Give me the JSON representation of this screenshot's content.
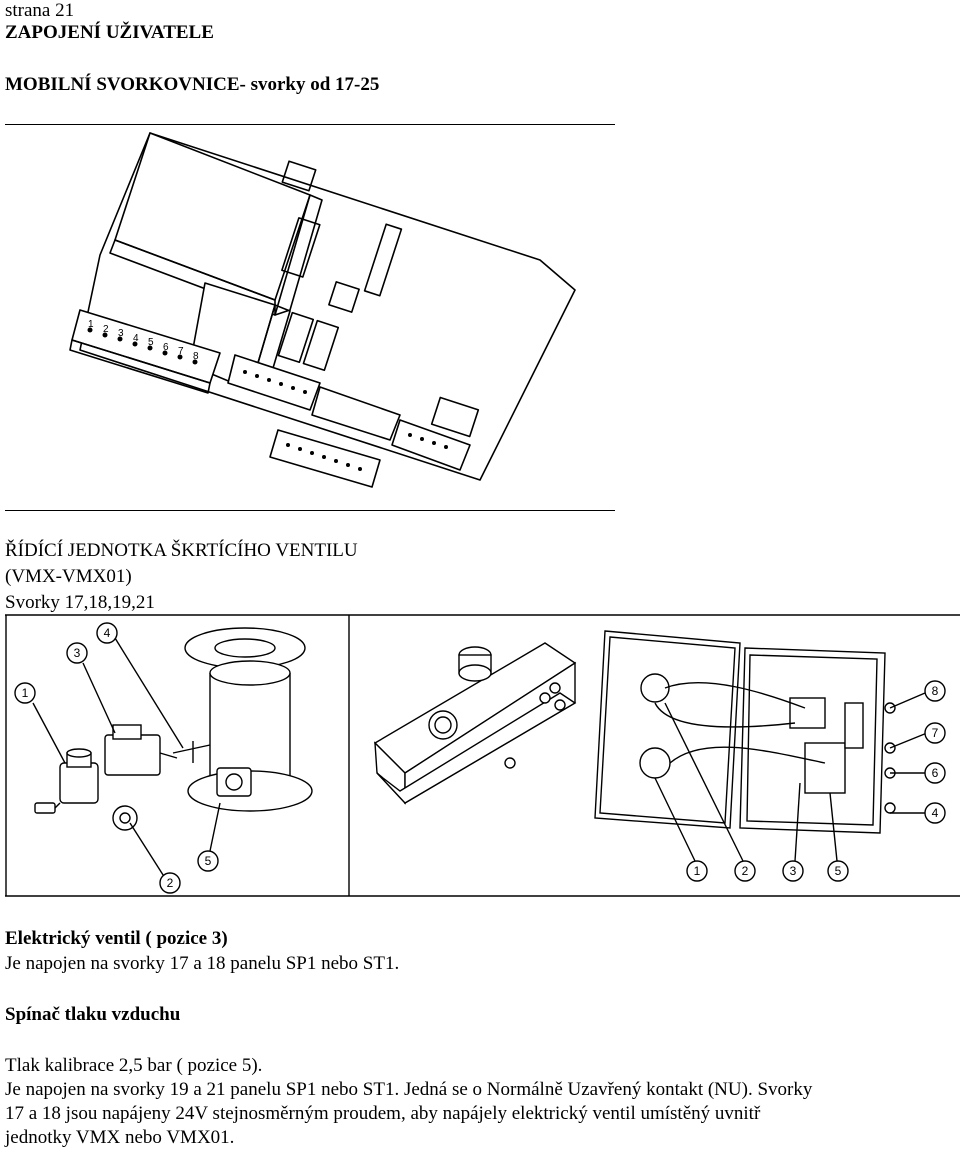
{
  "header": {
    "page": "strana 21",
    "section": "ZAPOJENÍ UŽIVATELE",
    "subsection": "MOBILNÍ SVORKOVNICE- svorky od 17-25"
  },
  "board_labels": [
    "1",
    "2",
    "3",
    "4",
    "5",
    "6",
    "7",
    "8"
  ],
  "unit": {
    "title": "ŘÍDÍCÍ  JEDNOTKA ŠKRTÍCÍHO VENTILU",
    "model": "(VMX-VMX01)",
    "terminals": "Svorky 17,18,19,21"
  },
  "callouts": {
    "left": [
      "1",
      "2",
      "3",
      "4",
      "5"
    ],
    "right": [
      "1",
      "2",
      "3",
      "5",
      "4",
      "6",
      "7",
      "8"
    ]
  },
  "valve": {
    "title": "Elektrický ventil ( pozice 3)",
    "text": "Je napojen na svorky 17 a 18 panelu SP1 nebo ST1."
  },
  "switch": {
    "title": "Spínač tlaku vzduchu",
    "lines": [
      "Tlak kalibrace 2,5 bar ( pozice 5).",
      "Je napojen na svorky 19 a 21 panelu SP1 nebo ST1. Jedná se o Normálně  Uzavřený kontakt (NU). Svorky",
      "17 a 18 jsou napájeny 24V stejnosměrným proudem, aby napájely elektrický  ventil  umístěný uvnitř",
      "jednotky VMX nebo VMX01."
    ]
  }
}
